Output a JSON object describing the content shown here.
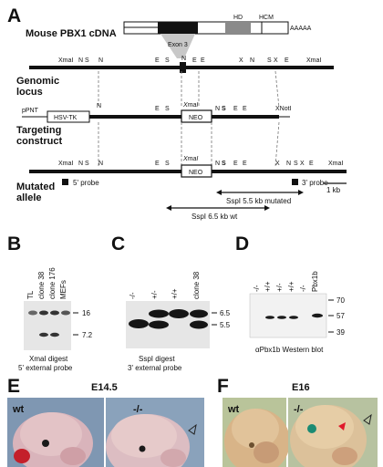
{
  "panels": {
    "a": "A",
    "b": "B",
    "c": "C",
    "d": "D",
    "e": "E",
    "f": "F"
  },
  "panel_a": {
    "cdna_label": "Mouse PBX1 cDNA",
    "hd": "HD",
    "hcm": "HCM",
    "polya": "AAAAA",
    "exon": "Exon 3",
    "genomic_label": [
      "Genomic",
      "locus"
    ],
    "targeting_label": [
      "Targeting",
      "construct"
    ],
    "mutated_label": [
      "Mutated",
      "allele"
    ],
    "ppnt": "pPNT",
    "hsvtk": "HSV-TK",
    "neo": "NEO",
    "xmai": "XmaI",
    "xnoti": "XNotI",
    "probe5": "5' probe",
    "probe3": "3' probe",
    "mutated_band": "SspI 5.5 kb mutated",
    "wt_band": "SspI 6.5 kb wt",
    "scale": "1 kb",
    "genomic_sites": [
      "XmaI",
      "N",
      "S",
      "N",
      "E",
      "S",
      "N",
      "E",
      "E",
      "X",
      "N",
      "S",
      "X",
      "E",
      "XmaI"
    ],
    "targeting_sites": [
      "N",
      "E",
      "S",
      "XmaI",
      "N",
      "S",
      "E",
      "E",
      "XNotI"
    ],
    "mutated_sites": [
      "XmaI",
      "N",
      "S",
      "N",
      "E",
      "S",
      "XmaI",
      "N",
      "S",
      "E",
      "E",
      "X",
      "N",
      "S",
      "X",
      "E",
      "XmaI"
    ]
  },
  "panel_b": {
    "lanes": [
      "TL",
      "clone 38",
      "clone 176",
      "MEFs"
    ],
    "markers": [
      "16",
      "7.2"
    ],
    "caption": [
      "XmaI digest",
      "5' external probe"
    ]
  },
  "panel_c": {
    "lanes": [
      "-/-",
      "+/-",
      "+/+",
      "clone 38"
    ],
    "markers": [
      "6.5",
      "5.5"
    ],
    "caption": [
      "SspI digest",
      "3' external probe"
    ]
  },
  "panel_d": {
    "lanes": [
      "-/-",
      "+/+",
      "+/-",
      "+/+",
      "-/-",
      "Pbx1b"
    ],
    "markers": [
      "70",
      "57",
      "39"
    ],
    "caption": "αPbx1b Western blot"
  },
  "panel_e": {
    "stage": "E14.5",
    "left": "wt",
    "right": "-/-"
  },
  "panel_f": {
    "stage": "E16",
    "left": "wt",
    "right": "-/-"
  }
}
